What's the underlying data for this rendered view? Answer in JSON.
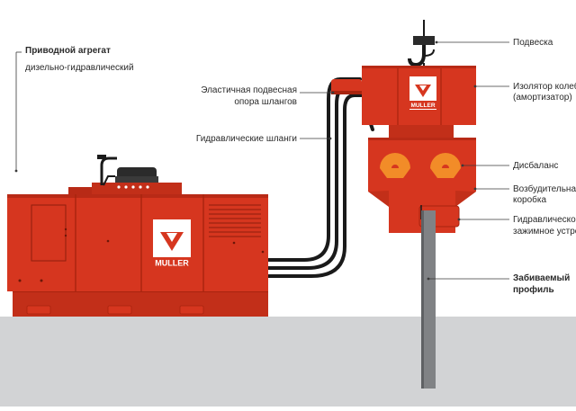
{
  "labels": {
    "power_pack_title": "Приводной агрегат",
    "power_pack_subtitle": "дизельно-гидравлический",
    "pendant": "Подвеска",
    "isolator_line1": "Изолятор колебаний",
    "isolator_line2": "(амортизатор)",
    "hose_support_line1": "Эластичная подвесная",
    "hose_support_line2": "опора шлангов",
    "hydraulic_hoses": "Гидравлические шланги",
    "eccentric": "Дисбаланс",
    "exciter_line1": "Возбудительная",
    "exciter_line2": "коробка",
    "clamp_line1": "Гидравлическое",
    "clamp_line2": "зажимное устройство",
    "pile_line1": "Забиваемый",
    "pile_line2": "профиль"
  },
  "brand": {
    "name": "MULLER",
    "name_small": "MULLER"
  },
  "colors": {
    "machine_red": "#d6361f",
    "machine_red_dark": "#a8240f",
    "accent_orange": "#f28c28",
    "ground": "#d2d3d5",
    "hose": "#1a1a1a",
    "pile": "#808285",
    "leader_line": "#3a3a3a"
  }
}
